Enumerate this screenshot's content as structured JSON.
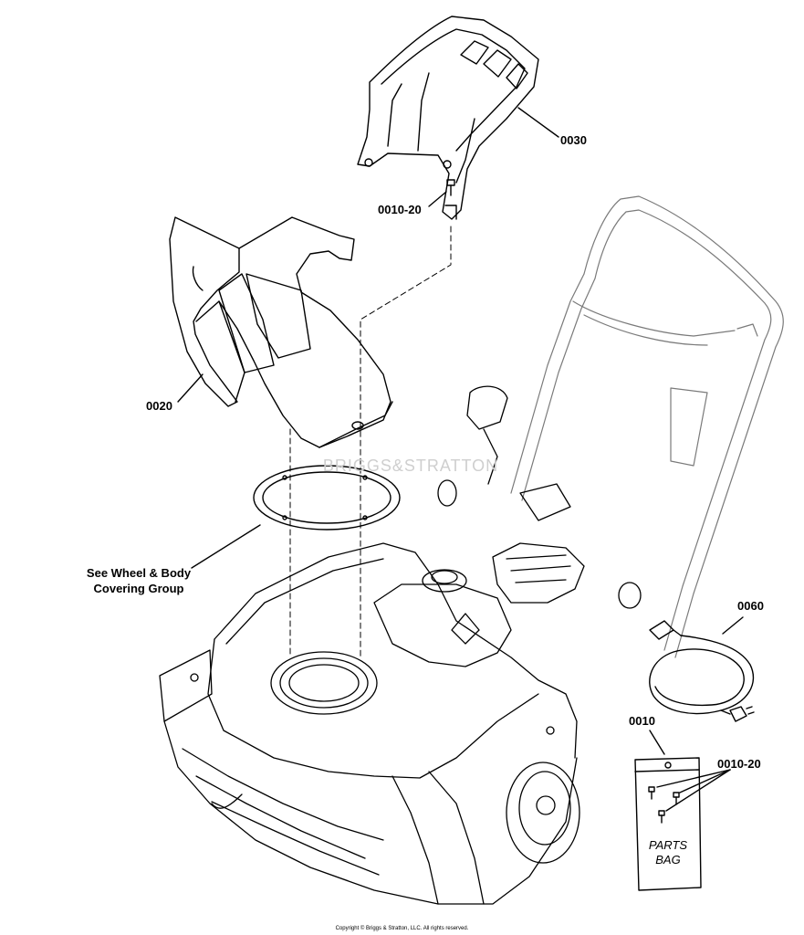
{
  "labels": {
    "chute_handle": "0030",
    "screw_top": "0010-20",
    "chute": "0020",
    "ring_note_line1": "See Wheel & Body",
    "ring_note_line2": "Covering Group",
    "cord": "0060",
    "parts_bag": "0010",
    "screw_bag": "0010-20"
  },
  "parts_bag": {
    "line1": "PARTS",
    "line2": "BAG"
  },
  "watermark": "BRIGGS&STRATTON",
  "copyright": "Copyright © Briggs & Stratton, LLC. All rights reserved.",
  "colors": {
    "line": "#000000",
    "light_line": "#7a7a7a",
    "watermark": "#cfcfcf"
  }
}
